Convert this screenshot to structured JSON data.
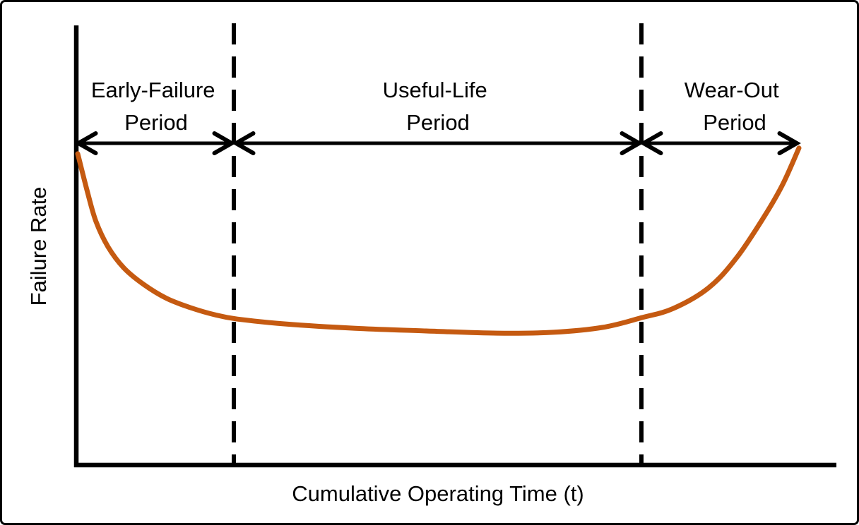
{
  "figure": {
    "description_name": "bathtub-curve-failure-rate-diagram"
  },
  "colors": {
    "curve": "#C55A11",
    "axis": "#000000",
    "text": "#000000",
    "background": "#FFFFFF",
    "border": "#000000"
  },
  "chart_data": {
    "type": "line",
    "title": "",
    "xlabel": "Cumulative Operating Time (t)",
    "ylabel": "Failure Rate",
    "grid": false,
    "legend": false,
    "x_axis": {
      "tick_labels": [],
      "range_normalized": [
        0,
        1
      ]
    },
    "y_axis": {
      "tick_labels": [],
      "range_normalized": [
        0,
        1
      ]
    },
    "regions": [
      {
        "label": "Early-Failure Period",
        "label_lines": [
          "Early-Failure",
          "Period"
        ],
        "x_start": 0.0,
        "x_end": 0.218,
        "divider_style": "dashed"
      },
      {
        "label": "Useful-Life Period",
        "label_lines": [
          "Useful-Life",
          "Period"
        ],
        "x_start": 0.218,
        "x_end": 0.782,
        "divider_style": "dashed"
      },
      {
        "label": "Wear-Out Period",
        "label_lines": [
          "Wear-Out",
          "Period"
        ],
        "x_start": 0.782,
        "x_end": 1.0,
        "divider_style": "none"
      }
    ],
    "series": [
      {
        "name": "failure-rate-bathtub-curve",
        "color": "#C55A11",
        "points_normalized": [
          [
            0.002,
            0.708
          ],
          [
            0.015,
            0.624
          ],
          [
            0.027,
            0.555
          ],
          [
            0.044,
            0.496
          ],
          [
            0.066,
            0.448
          ],
          [
            0.093,
            0.411
          ],
          [
            0.125,
            0.379
          ],
          [
            0.158,
            0.358
          ],
          [
            0.191,
            0.342
          ],
          [
            0.223,
            0.332
          ],
          [
            0.288,
            0.321
          ],
          [
            0.386,
            0.311
          ],
          [
            0.484,
            0.305
          ],
          [
            0.582,
            0.3
          ],
          [
            0.66,
            0.302
          ],
          [
            0.728,
            0.313
          ],
          [
            0.782,
            0.335
          ],
          [
            0.826,
            0.356
          ],
          [
            0.875,
            0.403
          ],
          [
            0.914,
            0.472
          ],
          [
            0.953,
            0.568
          ],
          [
            0.978,
            0.64
          ],
          [
            1.0,
            0.721
          ]
        ]
      }
    ]
  }
}
